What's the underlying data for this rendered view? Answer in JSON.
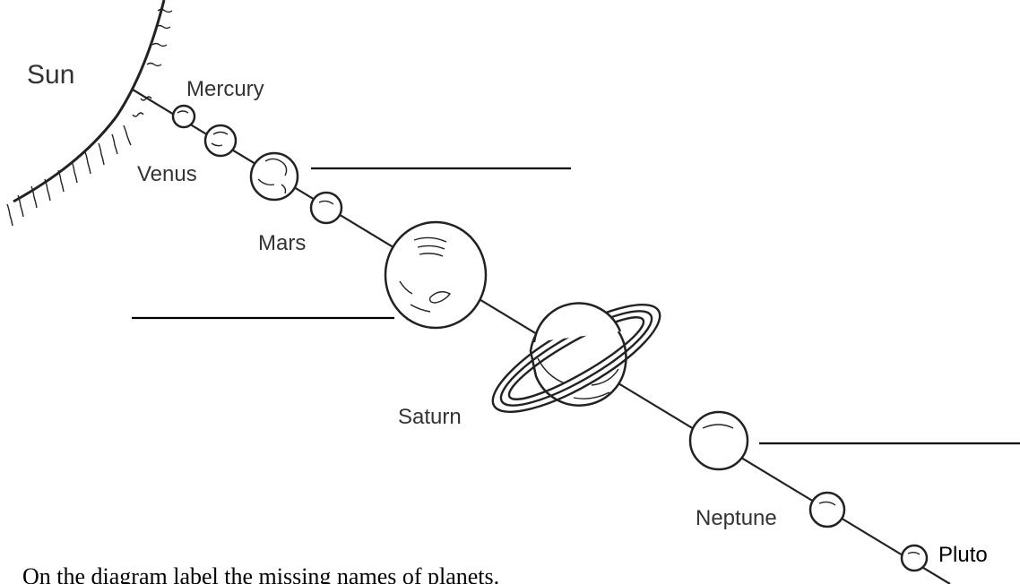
{
  "labels": {
    "sun": "Sun",
    "mercury": "Mercury",
    "venus": "Venus",
    "mars": "Mars",
    "saturn": "Saturn",
    "neptune": "Neptune",
    "pluto": "Pluto"
  },
  "instruction": "On the diagram label the missing names of planets."
}
